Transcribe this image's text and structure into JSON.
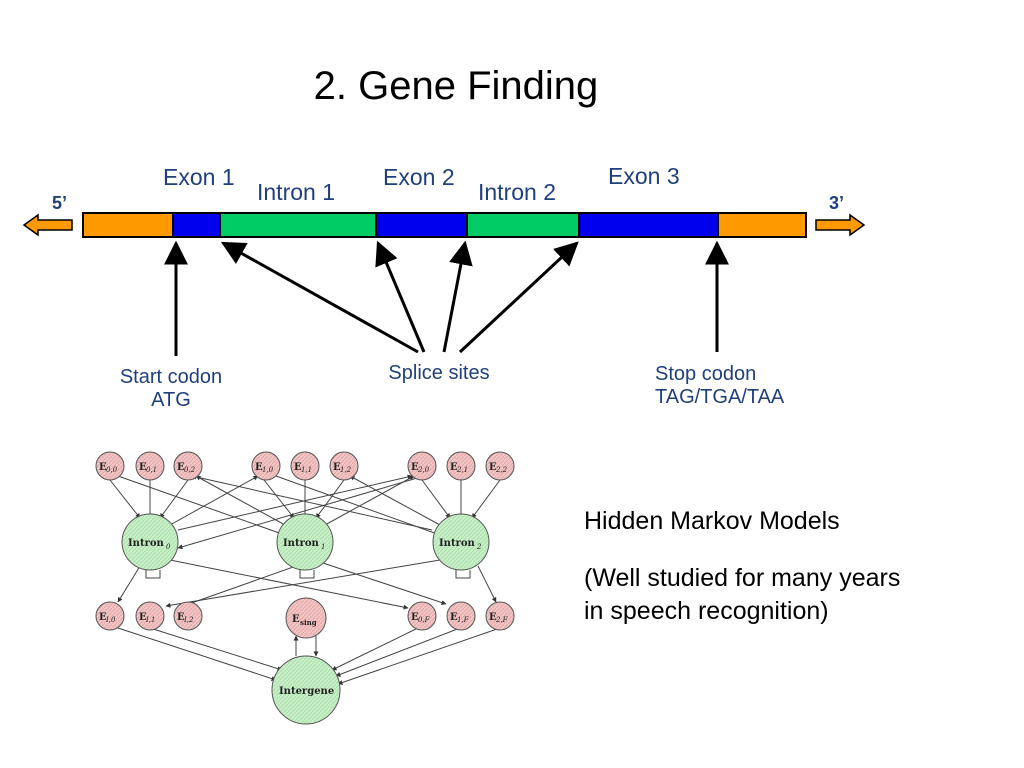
{
  "title": "2. Gene Finding",
  "gene": {
    "labels": {
      "exon1": "Exon 1",
      "intron1": "Intron 1",
      "exon2": "Exon 2",
      "intron2": "Intron 2",
      "exon3": "Exon 3",
      "five_prime": "5’",
      "three_prime": "3’"
    },
    "colors": {
      "utr": "#ff9900",
      "exon": "#0000ee",
      "intron": "#00cc66",
      "arrow_fill": "#ff9900"
    }
  },
  "callouts": {
    "start": [
      "Start codon",
      "ATG"
    ],
    "splice": "Splice sites",
    "stop": [
      "Stop codon",
      "TAG/TGA/TAA"
    ]
  },
  "hmm": {
    "heading": "Hidden Markov Models",
    "note": "(Well studied for many years in speech recognition)",
    "note_lines": [
      "(Well studied for many years",
      "in speech recognition)"
    ],
    "big_nodes": [
      "Intron0",
      "Intron1",
      "Intron2",
      "Intergene"
    ],
    "small_nodes_top": [
      "E0,0",
      "E0,1",
      "E0,2",
      "E1,0",
      "E1,1",
      "E1,2",
      "E2,0",
      "E2,1",
      "E2,2"
    ],
    "small_nodes_bottom": [
      "EI,0",
      "EI,1",
      "EI,2",
      "Esing",
      "E0,F",
      "E1,F",
      "E2,F"
    ],
    "colors": {
      "exon_node": "#f2c4c4",
      "intron_node": "#c8efc8"
    }
  }
}
